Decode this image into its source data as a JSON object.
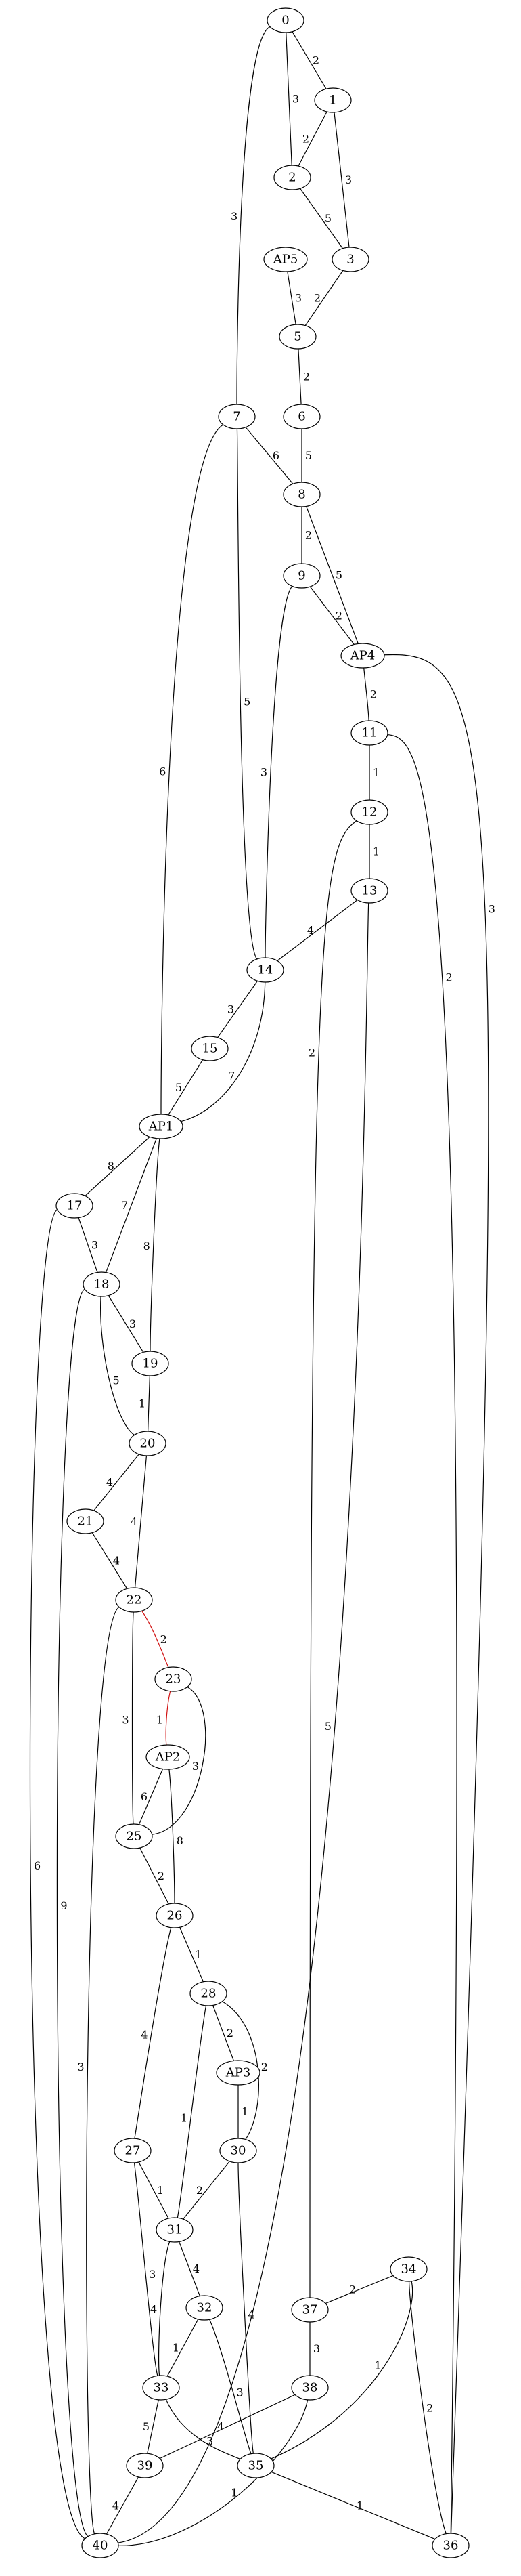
{
  "graph": {
    "highlight_color": "#d01010",
    "nodes": [
      "0",
      "1",
      "2",
      "3",
      "AP5",
      "5",
      "6",
      "7",
      "8",
      "9",
      "AP4",
      "11",
      "12",
      "13",
      "14",
      "15",
      "AP1",
      "17",
      "18",
      "19",
      "20",
      "21",
      "22",
      "23",
      "AP2",
      "25",
      "26",
      "28",
      "AP3",
      "27",
      "30",
      "31",
      "32",
      "34",
      "37",
      "33",
      "38",
      "39",
      "35",
      "40",
      "36"
    ],
    "edges": [
      {
        "from": "0",
        "to": "1",
        "weight": "2"
      },
      {
        "from": "0",
        "to": "2",
        "weight": "3"
      },
      {
        "from": "0",
        "to": "7",
        "weight": "3"
      },
      {
        "from": "1",
        "to": "2",
        "weight": "2"
      },
      {
        "from": "1",
        "to": "3",
        "weight": "3"
      },
      {
        "from": "2",
        "to": "3",
        "weight": "5"
      },
      {
        "from": "AP5",
        "to": "5",
        "weight": "3"
      },
      {
        "from": "3",
        "to": "5",
        "weight": "2"
      },
      {
        "from": "5",
        "to": "6",
        "weight": "2"
      },
      {
        "from": "6",
        "to": "8",
        "weight": "5"
      },
      {
        "from": "7",
        "to": "8",
        "weight": "6"
      },
      {
        "from": "7",
        "to": "14",
        "weight": "5"
      },
      {
        "from": "7",
        "to": "AP1",
        "weight": "6"
      },
      {
        "from": "8",
        "to": "9",
        "weight": "2"
      },
      {
        "from": "8",
        "to": "AP4",
        "weight": "5"
      },
      {
        "from": "9",
        "to": "AP4",
        "weight": "2"
      },
      {
        "from": "9",
        "to": "14",
        "weight": "3"
      },
      {
        "from": "AP4",
        "to": "11",
        "weight": "2"
      },
      {
        "from": "AP4",
        "to": "36",
        "weight": "3"
      },
      {
        "from": "11",
        "to": "12",
        "weight": "1"
      },
      {
        "from": "11",
        "to": "36",
        "weight": "2"
      },
      {
        "from": "12",
        "to": "13",
        "weight": "1"
      },
      {
        "from": "12",
        "to": "37",
        "weight": "2"
      },
      {
        "from": "13",
        "to": "14",
        "weight": "4"
      },
      {
        "from": "13",
        "to": "40",
        "weight": "5"
      },
      {
        "from": "14",
        "to": "15",
        "weight": "3"
      },
      {
        "from": "14",
        "to": "AP1",
        "weight": "7"
      },
      {
        "from": "15",
        "to": "AP1",
        "weight": "5"
      },
      {
        "from": "AP1",
        "to": "17",
        "weight": "8"
      },
      {
        "from": "AP1",
        "to": "18",
        "weight": "7"
      },
      {
        "from": "AP1",
        "to": "19",
        "weight": "8"
      },
      {
        "from": "17",
        "to": "18",
        "weight": "3"
      },
      {
        "from": "17",
        "to": "40",
        "weight": "6"
      },
      {
        "from": "18",
        "to": "19",
        "weight": "3"
      },
      {
        "from": "18",
        "to": "20",
        "weight": "5"
      },
      {
        "from": "18",
        "to": "40",
        "weight": "9"
      },
      {
        "from": "19",
        "to": "20",
        "weight": "1"
      },
      {
        "from": "20",
        "to": "21",
        "weight": "4"
      },
      {
        "from": "20",
        "to": "22",
        "weight": "4"
      },
      {
        "from": "21",
        "to": "22",
        "weight": "4"
      },
      {
        "from": "22",
        "to": "23",
        "weight": "2",
        "highlight": true
      },
      {
        "from": "22",
        "to": "25",
        "weight": "3"
      },
      {
        "from": "22",
        "to": "40",
        "weight": "3"
      },
      {
        "from": "23",
        "to": "AP2",
        "weight": "1",
        "highlight": true
      },
      {
        "from": "23",
        "to": "25",
        "weight": "3"
      },
      {
        "from": "AP2",
        "to": "25",
        "weight": "6"
      },
      {
        "from": "AP2",
        "to": "26",
        "weight": "8"
      },
      {
        "from": "25",
        "to": "26",
        "weight": "2"
      },
      {
        "from": "26",
        "to": "28",
        "weight": "1"
      },
      {
        "from": "26",
        "to": "27",
        "weight": "4"
      },
      {
        "from": "28",
        "to": "AP3",
        "weight": "2"
      },
      {
        "from": "28",
        "to": "30",
        "weight": "2"
      },
      {
        "from": "28",
        "to": "31",
        "weight": "1"
      },
      {
        "from": "AP3",
        "to": "30",
        "weight": "1"
      },
      {
        "from": "27",
        "to": "31",
        "weight": "1"
      },
      {
        "from": "27",
        "to": "33",
        "weight": "3"
      },
      {
        "from": "30",
        "to": "31",
        "weight": "2"
      },
      {
        "from": "30",
        "to": "35",
        "weight": "4"
      },
      {
        "from": "31",
        "to": "32",
        "weight": "4"
      },
      {
        "from": "31",
        "to": "33",
        "weight": "4"
      },
      {
        "from": "32",
        "to": "33",
        "weight": "1"
      },
      {
        "from": "32",
        "to": "35",
        "weight": "3"
      },
      {
        "from": "34",
        "to": "37",
        "weight": "2"
      },
      {
        "from": "34",
        "to": "35",
        "weight": "1"
      },
      {
        "from": "34",
        "to": "36",
        "weight": "2"
      },
      {
        "from": "37",
        "to": "38",
        "weight": "3"
      },
      {
        "from": "33",
        "to": "39",
        "weight": "5"
      },
      {
        "from": "33",
        "to": "35",
        "weight": "3"
      },
      {
        "from": "38",
        "to": "39",
        "weight": "4"
      },
      {
        "from": "38",
        "to": "40",
        "weight": "1"
      },
      {
        "from": "39",
        "to": "40",
        "weight": "4"
      },
      {
        "from": "35",
        "to": "36",
        "weight": "1"
      }
    ]
  }
}
